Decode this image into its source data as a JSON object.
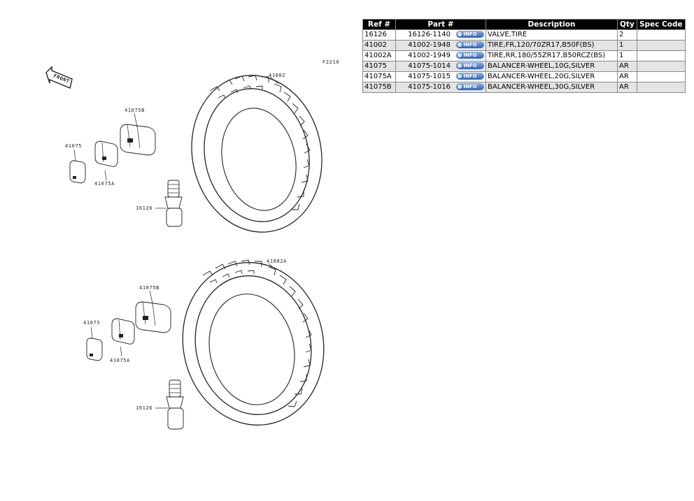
{
  "diagram": {
    "figure_code": "F2210",
    "front_label": "FRONT",
    "labels": {
      "top_tire": "41002",
      "top_bal_b": "41075B",
      "top_bal": "41075",
      "top_bal_a": "41075A",
      "top_valve": "16126",
      "bot_tire": "41002A",
      "bot_bal_b": "41075B",
      "bot_bal": "41075",
      "bot_bal_a": "41075A",
      "bot_valve": "16126"
    }
  },
  "table": {
    "headers": {
      "ref": "Ref #",
      "part": "Part #",
      "description": "Description",
      "qty": "Qty",
      "spec": "Spec Code"
    },
    "info_label": "INFO",
    "info_color": "#2f62b4",
    "rows": [
      {
        "ref": "16126",
        "part": "16126-1140",
        "description": "VALVE,TIRE",
        "qty": "2",
        "spec": ""
      },
      {
        "ref": "41002",
        "part": "41002-1948",
        "description": "TIRE,FR,120/70ZR17,B50F(BS)",
        "qty": "1",
        "spec": ""
      },
      {
        "ref": "41002A",
        "part": "41002-1949",
        "description": "TIRE,RR,180/55ZR17,B50RCZ(BS)",
        "qty": "1",
        "spec": ""
      },
      {
        "ref": "41075",
        "part": "41075-1014",
        "description": "BALANCER-WHEEL,10G,SILVER",
        "qty": "AR",
        "spec": ""
      },
      {
        "ref": "41075A",
        "part": "41075-1015",
        "description": "BALANCER-WHEEL,20G,SILVER",
        "qty": "AR",
        "spec": ""
      },
      {
        "ref": "41075B",
        "part": "41075-1016",
        "description": "BALANCER-WHEEL,30G,SILVER",
        "qty": "AR",
        "spec": ""
      }
    ]
  }
}
